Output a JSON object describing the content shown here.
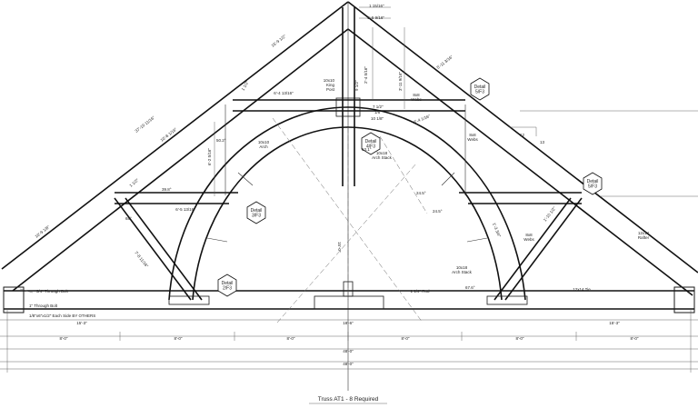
{
  "caption": "Truss AT1 - 8 Required",
  "details": [
    {
      "label": "Detail\n5/F3"
    },
    {
      "label": "Detail\n4/F3"
    },
    {
      "label": "Detail\n3/F3"
    },
    {
      "label": "Detail\n5/F3"
    },
    {
      "label": "Detail\n2/F3"
    }
  ],
  "member_labels": {
    "king_post": "10x10\nKing\nPost",
    "arch_left": "10x10\nArch",
    "arch_stack_top": "10x18\nArch Stack",
    "webs_top": "8x8\nWebs",
    "webs_mid": "8x8\nWebs",
    "webs_right": "8x8\nWebs",
    "arch_stack_bottom": "10x18\nArch Stack",
    "rafter": "12x14\nRafter",
    "tie": "12x14 Tie",
    "rod": "1 1/4\" Rod"
  },
  "notes": {
    "through_bolt_34": "3/4\" Through Bolt",
    "through_bolt_1": "1\" Through Bolt",
    "plate": "1/8\"x6\"x1/2\" Each Side BY OTHERS"
  },
  "pitch": {
    "rise": "12",
    "run": "13"
  },
  "dimensions": {
    "top_a": "1 15/16\"",
    "top_b": "1'-5 9/16\"",
    "kp_a": "9 1/2\"",
    "kp_b": "2'-4 5/16\"",
    "kp_c": "3'-11 9/16\"",
    "rafter_left_a": "15'-9 1/2\"",
    "rafter_left_b": "37'-10 11/16\"",
    "rafter_left_c": "10'-8 1/16\"",
    "rafter_left_d": "10'-9 1/8\"",
    "collar_upper": "6'-4 13/16\"",
    "collar_lower": "6'-5 13/16\"",
    "web_left": "7'-8 11/16\"",
    "vert_left": "6'-2 5/16\"",
    "left_small_a": "1 1/2\"",
    "left_small_b": "1 1/2\"",
    "right_a": "7 1/2\"",
    "right_b": "1/8\"",
    "right_c": "10 1/8\"",
    "right_d": "6'-4 1/16\"",
    "right_e": "1'-10 1/2\"",
    "right_f": "1'-3 3/4\"",
    "right_g": "5'-11 3/16\"",
    "height": "15'-0\"",
    "left_span": "15'-3\"",
    "right_span": "15'-3\"",
    "center_mark": "18'-6\"",
    "bays": [
      "8'-0\"",
      "8'-0\"",
      "8'-0\"",
      "8'-0\"",
      "8'-0\"",
      "8'-0\""
    ],
    "overall": "48'-0\"",
    "overall_b": "48'-0\""
  },
  "angles": {
    "a1": "50.2°",
    "a2": "39.8°",
    "a3": "68°",
    "a4": "53.1°",
    "a5": "24.5°",
    "a6": "24.5°",
    "a7": "67.6°"
  }
}
